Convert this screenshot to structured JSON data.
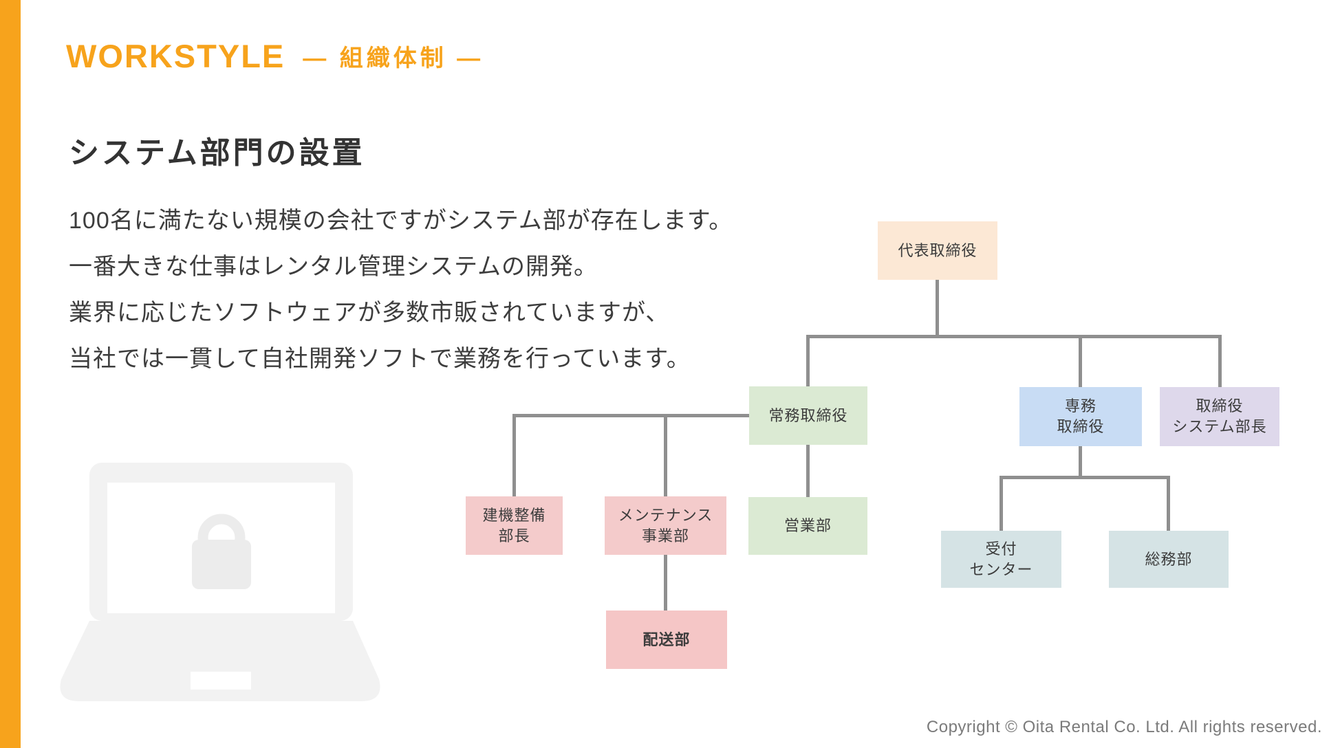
{
  "header": {
    "brand": "WORKSTYLE",
    "subtitle": "— 組織体制 —"
  },
  "main": {
    "title": "システム部門の設置",
    "paragraph_lines": [
      "100名に満たない規模の会社ですがシステム部が存在します。",
      "一番大きな仕事はレンタル管理システムの開発。",
      "業界に応じたソフトウェアが多数市販されていますが、",
      "当社では一貫して自社開発ソフトで業務を行っています。"
    ]
  },
  "org_chart": {
    "nodes": {
      "president": {
        "label": "代表取締役"
      },
      "joumu": {
        "label": "常務取締役"
      },
      "senmu": {
        "label": "専務\n取締役"
      },
      "dir_system": {
        "label": "取締役\nシステム部長"
      },
      "kenki": {
        "label": "建機整備\n部長"
      },
      "maintenance": {
        "label": "メンテナンス\n事業部"
      },
      "eigyou": {
        "label": "営業部"
      },
      "haisou": {
        "label": "配送部"
      },
      "uketsuke": {
        "label": "受付\nセンター"
      },
      "soumu": {
        "label": "総務部"
      }
    },
    "edges": [
      [
        "president",
        "joumu"
      ],
      [
        "president",
        "senmu"
      ],
      [
        "president",
        "dir_system"
      ],
      [
        "joumu",
        "kenki"
      ],
      [
        "joumu",
        "maintenance"
      ],
      [
        "joumu",
        "eigyou"
      ],
      [
        "maintenance",
        "haisou"
      ],
      [
        "senmu",
        "uketsuke"
      ],
      [
        "senmu",
        "soumu"
      ]
    ]
  },
  "footer": {
    "copyright": "Copyright © Oita Rental Co. Ltd. All rights reserved."
  },
  "colors": {
    "accent_orange": "#F7A31C",
    "connector_gray": "#8F8F8F",
    "node_peach": "#FCE8D5",
    "node_green": "#DBEAD3",
    "node_blue": "#C8DCF4",
    "node_purple": "#DED8EB",
    "node_pink": "#F4CBCB",
    "node_pink_strong": "#F5C6C6",
    "node_teal": "#D5E3E5",
    "text_dark": "#3C3C3C"
  },
  "icons": {
    "watermark": "laptop-lock-icon"
  }
}
